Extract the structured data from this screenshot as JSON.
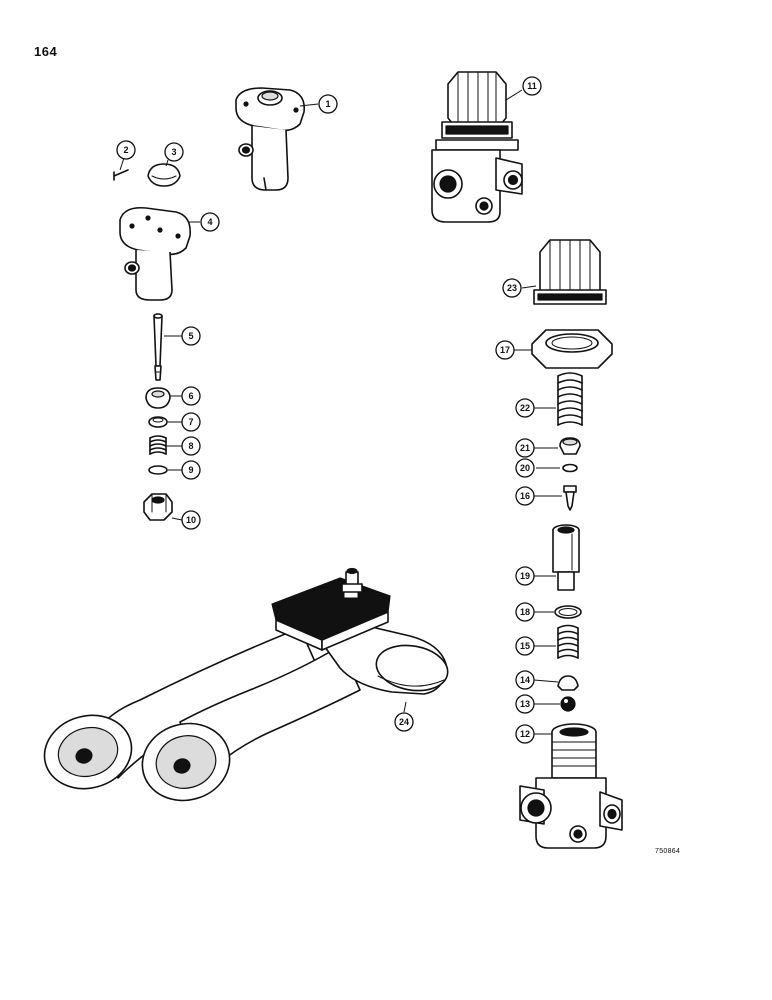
{
  "page": {
    "number": "164",
    "figure_code": "750864"
  },
  "callouts": {
    "c1": "1",
    "c2": "2",
    "c3": "3",
    "c4": "4",
    "c5": "5",
    "c6": "6",
    "c7": "7",
    "c8": "8",
    "c9": "9",
    "c10": "10",
    "c11": "11",
    "c12": "12",
    "c13": "13",
    "c14": "14",
    "c15": "15",
    "c16": "16",
    "c17": "17",
    "c18": "18",
    "c19": "19",
    "c20": "20",
    "c21": "21",
    "c22": "22",
    "c23": "23",
    "c24": "24"
  }
}
